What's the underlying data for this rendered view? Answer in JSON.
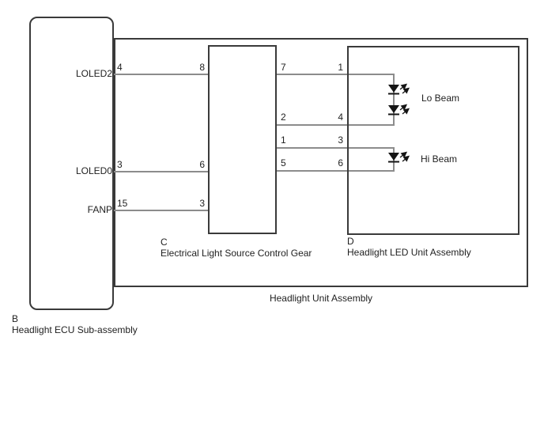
{
  "blocks": {
    "ecu": {
      "code": "B",
      "name": "Headlight ECU Sub-assembly"
    },
    "headlight_unit": {
      "name": "Headlight Unit Assembly"
    },
    "control_gear": {
      "code": "C",
      "name": "Electrical Light Source Control Gear"
    },
    "led_unit": {
      "code": "D",
      "name": "Headlight LED Unit Assembly"
    }
  },
  "ecu_wires": [
    {
      "signal": "LOLED2",
      "ecu_pin": "4",
      "gear_pin": "8"
    },
    {
      "signal": "LOLED0",
      "ecu_pin": "3",
      "gear_pin": "6"
    },
    {
      "signal": "FANP",
      "ecu_pin": "15",
      "gear_pin": "3"
    }
  ],
  "gear_to_led_wires": [
    {
      "gear_pin": "7",
      "led_pin": "1"
    },
    {
      "gear_pin": "2",
      "led_pin": "4"
    },
    {
      "gear_pin": "1",
      "led_pin": "3"
    },
    {
      "gear_pin": "5",
      "led_pin": "6"
    }
  ],
  "beams": {
    "lo": "Lo Beam",
    "hi": "Hi Beam"
  },
  "led_counts": {
    "lo_beam": 2,
    "hi_beam": 1
  },
  "colors": {
    "wire": "#8c8c8c",
    "border": "#3a3a3a",
    "text": "#1f1f1f",
    "led": "#141414"
  }
}
